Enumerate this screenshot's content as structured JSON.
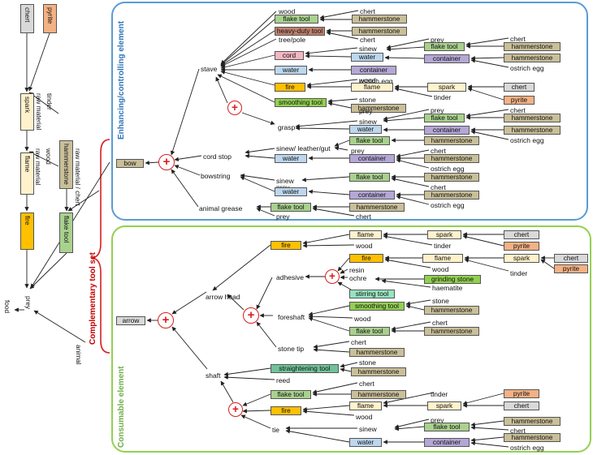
{
  "sections": {
    "enhancing": "Enhancing/controlling element",
    "consumable": "Consumable element",
    "complementary": "Complementary tool set"
  },
  "colors": {
    "blue_frame": "#5b9bd5",
    "green_frame": "#92d050",
    "red": "#d81e1e",
    "gray": "#d9d9d9",
    "orange": "#f4b183",
    "yellow": "#fff2cc",
    "amber": "#ffc000",
    "green": "#a9d18e",
    "brightgreen": "#92d050",
    "tan": "#c9bf99",
    "purple": "#b4a7d6",
    "lightblue": "#bdd7ee",
    "pink": "#f4b6c2",
    "brown": "#c0806c",
    "mint": "#96e3bf",
    "teal": "#70c399"
  },
  "left_chain": {
    "chert": "chert",
    "pyrite": "pyrite",
    "spark": "spark",
    "raw_tinder": "raw material",
    "tinder": "tinder",
    "flame": "flame",
    "raw_wood": "raw material",
    "wood": "wood",
    "hammerstone": "hammerstone",
    "raw_chert": "raw material / chert",
    "fire": "fire",
    "flake_tool": "flake tool",
    "prey": "prey",
    "food": "food",
    "animal": "animal"
  },
  "bow": {
    "root": "bow",
    "parts": {
      "stave": "stave",
      "cord_stop": "cord stop",
      "bowstring": "bowstring",
      "animal_grease": "animal grease",
      "grasp": "grasp"
    },
    "stave_inputs": {
      "wood": "wood",
      "chert": "chert",
      "flake_tool": "flake tool",
      "hammerstone": "hammerstone",
      "heavy_duty_tool": "heavy-duty tool",
      "tree_pole": "tree/pole",
      "chert2": "chert",
      "hammerstone2": "hammerstone"
    },
    "cord": {
      "cord": "cord",
      "sinew": "sinew",
      "prey": "prey",
      "flake_tool": "flake tool",
      "chert": "chert",
      "hammerstone": "hammerstone",
      "water": "water",
      "container": "container",
      "hammerstone2": "hammerstone",
      "ostrich_egg": "ostrich egg"
    },
    "water_row": {
      "water": "water",
      "container": "container",
      "hammerstone": "hammerstone",
      "ostrich_egg": "ostrich egg"
    },
    "fire_row": {
      "fire": "fire",
      "wood": "wood",
      "flame": "flame",
      "spark": "spark",
      "chert": "chert",
      "tinder": "tinder",
      "pyrite": "pyrite"
    },
    "smooth_row": {
      "smoothing_tool": "smoothing tool",
      "stone": "stone",
      "hammerstone": "hammerstone"
    },
    "grasp": {
      "prey": "prey",
      "sinew": "sinew",
      "flake_tool": "flake tool",
      "chert": "chert",
      "hammerstone": "hammerstone",
      "water": "water",
      "container": "container",
      "hammerstone2": "hammerstone",
      "ostrich_egg": "ostrich egg"
    },
    "cordstop": {
      "sinew_leather_gut": "sinew/ leather/gut",
      "flake_tool": "flake tool",
      "hammerstone": "hammerstone",
      "prey": "prey",
      "chert": "chert",
      "water": "water",
      "container": "container",
      "hammerstone2": "hammerstone",
      "ostrich_egg": "ostrich egg"
    },
    "bowstring": {
      "sinew": "sinew",
      "flake_tool": "flake tool",
      "hammerstone": "hammerstone",
      "prey": "prey",
      "chert": "chert",
      "water": "water",
      "container": "container",
      "hammerstone2": "hammerstone",
      "ostrich_egg": "ostrich egg"
    },
    "grease": {
      "flake_tool": "flake tool",
      "hammerstone": "hammerstone",
      "prey": "prey",
      "chert": "chert"
    }
  },
  "arrow": {
    "root": "arrow",
    "parts": {
      "arrow_head": "arrow head",
      "shaft": "shaft",
      "foreshaft": "foreshaft",
      "stone_tip": "stone tip",
      "adhesive": "adhesive",
      "tie": "tie"
    },
    "head_fire": {
      "fire": "fire",
      "flame": "flame",
      "spark": "spark",
      "chert": "chert",
      "wood": "wood",
      "tinder": "tinder",
      "pyrite": "pyrite"
    },
    "adhesive": {
      "fire": "fire",
      "flame": "flame",
      "spark": "spark",
      "chert": "chert",
      "pyrite": "pyrite",
      "wood": "wood",
      "tinder": "tinder",
      "resin": "resin",
      "ochre": "ochre",
      "grinding_stone": "grinding stone",
      "haematite": "haematite",
      "stirring_tool": "stirring tool"
    },
    "foreshaft": {
      "smoothing_tool": "smoothing tool",
      "stone": "stone",
      "hammerstone": "hammerstone",
      "wood": "wood",
      "chert": "chert",
      "flake_tool": "flake tool",
      "hammerstone2": "hammerstone"
    },
    "stone_tip": {
      "chert": "chert",
      "hammerstone": "hammerstone"
    },
    "shaft": {
      "straightening_tool": "straightening tool",
      "stone": "stone",
      "hammerstone": "hammerstone",
      "reed": "reed",
      "chert": "chert",
      "flake_tool": "flake tool",
      "hammerstone2": "hammerstone",
      "tinder": "tinder",
      "pyrite": "pyrite",
      "fire": "fire",
      "flame": "flame",
      "spark": "spark",
      "chert2": "chert",
      "wood": "wood"
    },
    "tie": {
      "prey": "prey",
      "sinew": "sinew",
      "flake_tool": "flake tool",
      "hammerstone": "hammerstone",
      "chert": "chert",
      "water": "water",
      "container": "container",
      "hammerstone2": "hammerstone",
      "ostrich_egg": "ostrich egg"
    },
    "plus": "+"
  }
}
